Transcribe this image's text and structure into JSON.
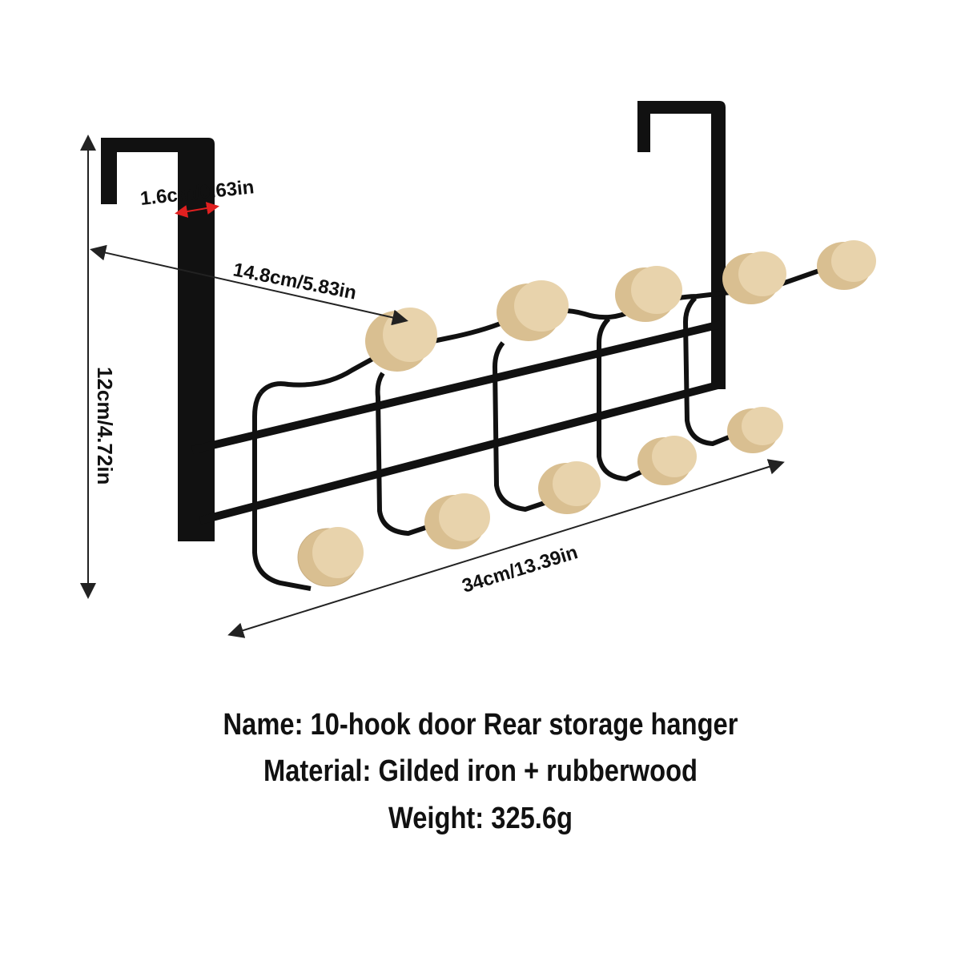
{
  "product": {
    "name_line": "Name: 10-hook door Rear storage hanger",
    "material_line": "Material: Gilded iron + rubberwood",
    "weight_line": "Weight: 325.6g"
  },
  "dimensions": {
    "thickness": "1.6cm/0.63in",
    "depth": "14.8cm/5.83in",
    "height": "12cm/4.72in",
    "width": "34cm/13.39in"
  },
  "colors": {
    "iron": "#111111",
    "wood": "#e8d3ac",
    "wood_edge": "#c9ae82",
    "arrow": "#222222",
    "thickness_marker": "#e02020"
  }
}
